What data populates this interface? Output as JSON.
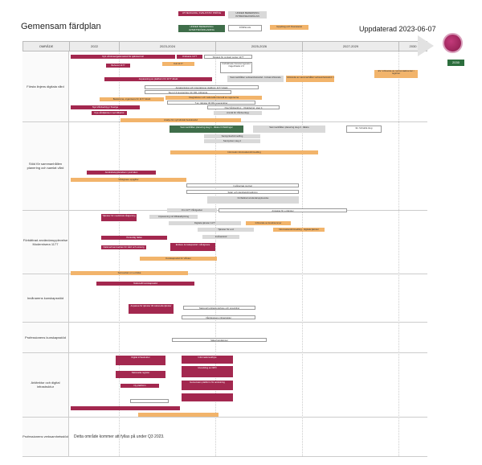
{
  "title": "Gemensam färdplan",
  "updated": "Uppdaterad 2023-06-07",
  "legend": [
    "UTVECKLING, KVALITATIV PRÖVE",
    "UNDER BEREDNING INTRESSEANMÄLAN",
    "UNDER BEREDNING AVSIKTSFÖRKLARING",
    "FÖRSLAG",
    "Uppdrag och finansierat"
  ],
  "header": {
    "area": "OMRÅDE",
    "cols": [
      "2022",
      "2023-2024",
      "2025-2026",
      "2027-2029",
      "2030"
    ]
  },
  "goal": "2030",
  "rows": [
    {
      "label": "Första linjens digitala vård"
    },
    {
      "label": "Stöd för sammanhållen planering och samlat vård"
    },
    {
      "label": "Förbättrad användarupplevelse Modernisera 1177"
    },
    {
      "label": "Invånarens kunskapsstöd"
    },
    {
      "label": "Professionens kunskapsstöd"
    },
    {
      "label": "Arkitektur och digital infrastruktur"
    },
    {
      "label": "Professionens verksamhetsstöd"
    }
  ],
  "note": "Detta område kommer att fyllas på under Q3 2023.",
  "bars": [
    "Nytt vårdsnavigationsstöd för självkontroll",
    "Ordinarie 1177",
    "Strategi för contact center 1177",
    "Behovet 1177",
    "Koll 1177",
    "Förbättrade hänvisningsstöd i lägerbladet 2.0",
    "EV: införande av nytt kontaktcenter i regioner",
    "Anpassning av plattform för 1177 direkt",
    "Sammanhållen verksamhetsstöd - fortsat införande",
    "Införande av sammanhållet verksamhetsstöd i regionerna",
    "Anpassningar och integrationer plattform 1177 direkt",
    "Steg 2-3 leverantörer för DFL införande",
    "Bestämma, organisera för 1177 direkt",
    "Integrationer och nationella intervall av regionerna",
    "T.ex. tjänster till DFL leverantörer",
    "Nya Vårdverktyg i Sverige",
    "Nya Vårdverktyg - Utvärdering, steg 4",
    "Nya vårdtjänster med tillbehör",
    "Anmäl för Vårdverktyg",
    "Analys för nytt kliniskt beslutsstöd",
    "Sammanhållen planering steg 1 - läkare förbättringar",
    "Sammanhållen planering steg 2 - läkare",
    "Ev. fortsatta steg",
    "Samtyckesförmedling",
    "Samtycken steg 2",
    "Informativ informationsförmedling",
    "Användarupplevelsen i journalen",
    "Vårdgivare uppgifter",
    "Invånarnas journal",
    "Spärr och identitetsförvaltning",
    "Förbättrad användarupplevelse",
    "Om 1177 Vårdguiden",
    "Anpassa för e-tjänster",
    "Tjänster för medicinsk rådgivning",
    "Anpassning vid tillbakaflyttning",
    "Digitala tjänster 1177",
    "Införande av kundnummer",
    "Tjänster för e-id",
    "Informationsförmedling - digitala tjänster",
    "Personlig hälsa",
    "Invånarstöd",
    "Nationell samverkan för vård och omsorg",
    "Enklare kunskapsstöd i vårdgivare",
    "Kunskapsstöd för Vården",
    "Samverkan om e-hälsa",
    "Nationellt kunskapsstöd",
    "Anpassa för tjänster till nationella tjänster",
    "Nationellt arkitekturarbete och utveckling",
    "Vårdgivarens infrastruktur",
    "Säkerhetstjänster",
    "Digital infrastruktur",
    "Informationsutbyte",
    "Nationella register",
    "Utveckling av NPÖ",
    "Ny plattform",
    "Gemensam plattform för anslutning"
  ]
}
